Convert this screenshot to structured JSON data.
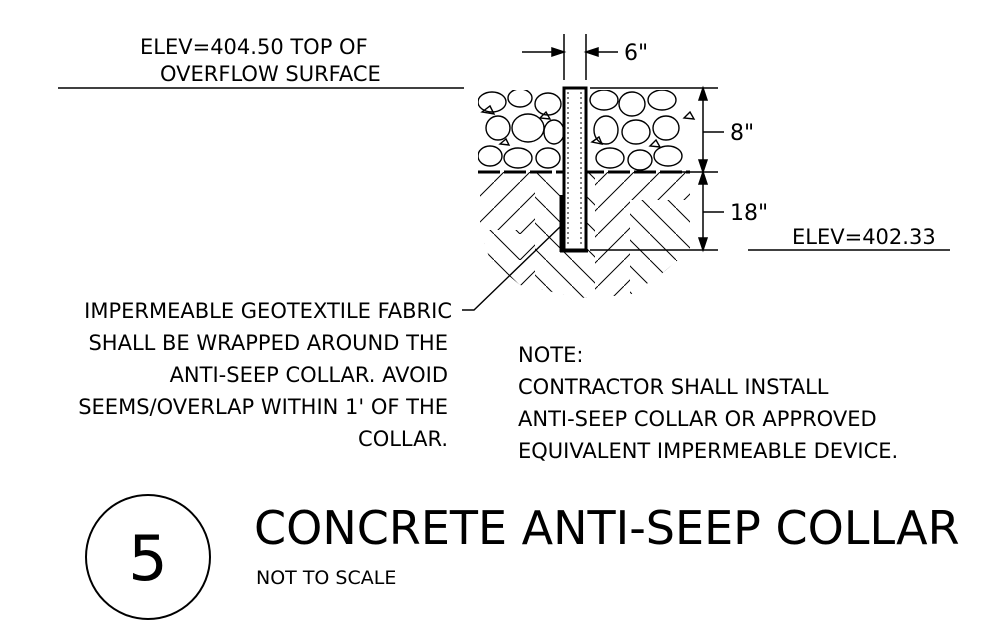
{
  "top_elevation": {
    "line1": "ELEV=404.50 TOP OF",
    "line2": "OVERFLOW SURFACE"
  },
  "bottom_elevation": "ELEV=402.33",
  "dimensions": {
    "collar_width": "6\"",
    "stone_depth": "8\"",
    "collar_depth": "18\""
  },
  "fabric_note": {
    "lines": [
      "IMPERMEABLE GEOTEXTILE FABRIC",
      "SHALL BE WRAPPED AROUND THE",
      "ANTI-SEEP COLLAR. AVOID",
      "SEEMS/OVERLAP WITHIN 1' OF THE",
      "COLLAR."
    ]
  },
  "general_note": {
    "heading": "NOTE:",
    "lines": [
      "CONTRACTOR SHALL INSTALL",
      "ANTI-SEEP COLLAR OR APPROVED",
      "EQUIVALENT IMPERMEABLE DEVICE."
    ]
  },
  "title_block": {
    "number": "5",
    "title": "CONCRETE ANTI-SEEP COLLAR",
    "scale": "NOT TO SCALE"
  }
}
